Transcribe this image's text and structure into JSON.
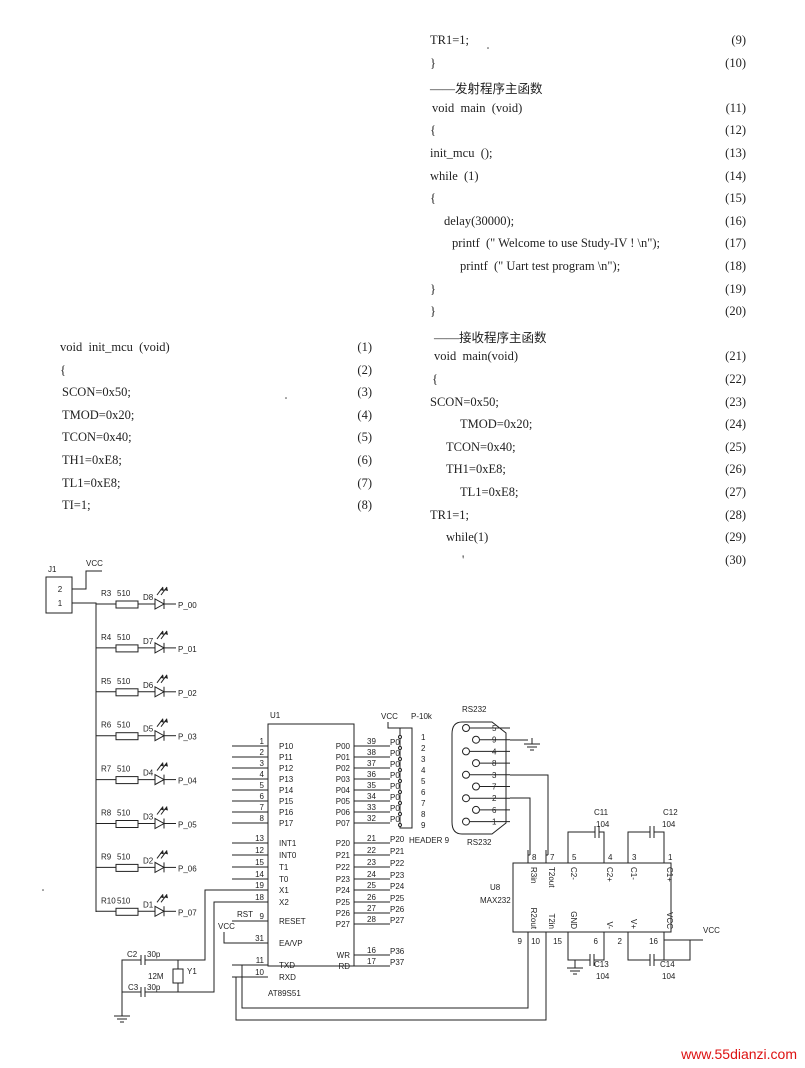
{
  "right_code": [
    {
      "text": "TR1=1;",
      "num": "(9)"
    },
    {
      "text": "}",
      "num": "(10)"
    },
    {
      "text": "——发射程序主函数",
      "num": ""
    },
    {
      "text": "void  main  (void)",
      "num": "(11)"
    },
    {
      "text": "{",
      "num": "(12)"
    },
    {
      "text": "init_mcu  ();",
      "num": "(13)"
    },
    {
      "text": "while  (1)",
      "num": "(14)"
    },
    {
      "text": "{",
      "num": "(15)"
    },
    {
      "text": "delay(30000);",
      "num": "(16)"
    },
    {
      "text": "printf  (\" Welcome to use Study-IV ! \\n\");",
      "num": "(17)"
    },
    {
      "text": "printf  (\" Uart test program \\n\");",
      "num": "(18)"
    },
    {
      "text": "}",
      "num": "(19)"
    },
    {
      "text": "}",
      "num": "(20)"
    },
    {
      "text": "——接收程序主函数",
      "num": ""
    },
    {
      "text": "void  main(void)",
      "num": "(21)"
    },
    {
      "text": "{",
      "num": "(22)"
    },
    {
      "text": "SCON=0x50;",
      "num": "(23)"
    },
    {
      "text": "TMOD=0x20;",
      "num": "(24)"
    },
    {
      "text": "TCON=0x40;",
      "num": "(25)"
    },
    {
      "text": "TH1=0xE8;",
      "num": "(26)"
    },
    {
      "text": "TL1=0xE8;",
      "num": "(27)"
    },
    {
      "text": "TR1=1;",
      "num": "(28)"
    },
    {
      "text": "while(1)",
      "num": "(29)"
    },
    {
      "text": "'",
      "num": "(30)"
    }
  ],
  "left_code": [
    {
      "text": "void  init_mcu  (void)",
      "num": "(1)"
    },
    {
      "text": "{",
      "num": "(2)"
    },
    {
      "text": "SCON=0x50;",
      "num": "(3)"
    },
    {
      "text": "TMOD=0x20;",
      "num": "(4)"
    },
    {
      "text": "TCON=0x40;",
      "num": "(5)"
    },
    {
      "text": "TH1=0xE8;",
      "num": "(6)"
    },
    {
      "text": "TL1=0xE8;",
      "num": "(7)"
    },
    {
      "text": "TI=1;",
      "num": "(8)"
    }
  ],
  "schematic": {
    "j1": "J1",
    "vcc": "VCC",
    "j1_pins": [
      "2",
      "1"
    ],
    "leds": [
      {
        "r": "R3",
        "rv": "510",
        "d": "D8",
        "p": "P_00"
      },
      {
        "r": "R4",
        "rv": "510",
        "d": "D7",
        "p": "P_01"
      },
      {
        "r": "R5",
        "rv": "510",
        "d": "D6",
        "p": "P_02"
      },
      {
        "r": "R6",
        "rv": "510",
        "d": "D5",
        "p": "P_03"
      },
      {
        "r": "R7",
        "rv": "510",
        "d": "D4",
        "p": "P_04"
      },
      {
        "r": "R8",
        "rv": "510",
        "d": "D3",
        "p": "P_05"
      },
      {
        "r": "R9",
        "rv": "510",
        "d": "D2",
        "p": "P_06"
      },
      {
        "r": "R10",
        "rv": "510",
        "d": "D1",
        "p": "P_07"
      }
    ],
    "u1": "U1",
    "mcu": "AT89S51",
    "mcu_left": [
      {
        "n": "1",
        "s": "P10"
      },
      {
        "n": "2",
        "s": "P11"
      },
      {
        "n": "3",
        "s": "P12"
      },
      {
        "n": "4",
        "s": "P13"
      },
      {
        "n": "5",
        "s": "P14"
      },
      {
        "n": "6",
        "s": "P15"
      },
      {
        "n": "7",
        "s": "P16"
      },
      {
        "n": "8",
        "s": "P17"
      },
      {
        "n": "13",
        "s": "INT1"
      },
      {
        "n": "12",
        "s": "INT0"
      },
      {
        "n": "15",
        "s": "T1"
      },
      {
        "n": "14",
        "s": "T0"
      },
      {
        "n": "19",
        "s": "X1"
      },
      {
        "n": "18",
        "s": "X2"
      },
      {
        "n": "9",
        "s": "RESET"
      },
      {
        "n": "31",
        "s": "EA/VP"
      },
      {
        "n": "11",
        "s": "TXD"
      },
      {
        "n": "10",
        "s": "RXD"
      }
    ],
    "mcu_right": [
      {
        "n": "39",
        "s": "P00",
        "net": "P00"
      },
      {
        "n": "38",
        "s": "P01",
        "net": "P01"
      },
      {
        "n": "37",
        "s": "P02",
        "net": "P02"
      },
      {
        "n": "36",
        "s": "P03",
        "net": "P03"
      },
      {
        "n": "35",
        "s": "P04",
        "net": "P04"
      },
      {
        "n": "34",
        "s": "P05",
        "net": "P05"
      },
      {
        "n": "33",
        "s": "P06",
        "net": "P06"
      },
      {
        "n": "32",
        "s": "P07",
        "net": "P07"
      },
      {
        "n": "21",
        "s": "P20",
        "net": "P20"
      },
      {
        "n": "22",
        "s": "P21",
        "net": "P21"
      },
      {
        "n": "23",
        "s": "P22",
        "net": "P22"
      },
      {
        "n": "24",
        "s": "P23",
        "net": "P23"
      },
      {
        "n": "25",
        "s": "P24",
        "net": "P24"
      },
      {
        "n": "26",
        "s": "P25",
        "net": "P25"
      },
      {
        "n": "27",
        "s": "P26",
        "net": "P26"
      },
      {
        "n": "28",
        "s": "P27",
        "net": "P27"
      },
      {
        "n": "16",
        "s": "WR",
        "net": "P36"
      },
      {
        "n": "17",
        "s": "RD",
        "net": "P37"
      }
    ],
    "rst": "RST",
    "vcc2": "VCC",
    "crystal": "12M",
    "y1": "Y1",
    "c2": "C2",
    "c2v": "30p",
    "c3": "C3",
    "c3v": "30p",
    "header_vcc": "VCC",
    "header_name": "P-10k",
    "header_label": "HEADER 9",
    "header_pins": [
      "1",
      "2",
      "3",
      "4",
      "5",
      "6",
      "7",
      "8",
      "9"
    ],
    "rs232_top": "RS232",
    "rs232_bottom": "RS232",
    "db9_pins": [
      "5",
      "9",
      "4",
      "8",
      "3",
      "7",
      "2",
      "6",
      "1"
    ],
    "u8": "U8",
    "max": "MAX232",
    "max_top_pins": [
      "8",
      "7",
      "5",
      "4",
      "3",
      "1"
    ],
    "max_top_labels": [
      "R3in",
      "T2out",
      "C2-",
      "C2+",
      "C1-",
      "C1+"
    ],
    "max_bot_pins": [
      "9",
      "10",
      "15",
      "6",
      "2",
      "16"
    ],
    "max_bot_labels": [
      "R2out",
      "T2in",
      "GND",
      "V-",
      "V+",
      "VCC"
    ],
    "c11": "C11",
    "c11v": "104",
    "c12": "C12",
    "c12v": "104",
    "c13": "C13",
    "c13v": "104",
    "c14": "C14",
    "c14v": "104",
    "vcc3": "VCC"
  },
  "watermark": "www.55dianzi.com"
}
